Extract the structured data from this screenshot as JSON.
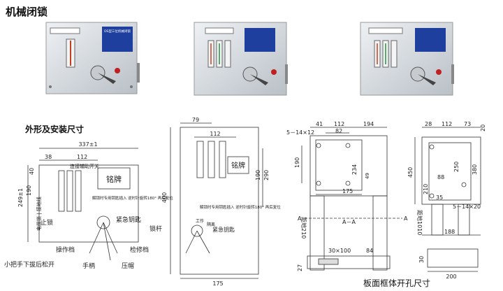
{
  "titles": {
    "main": "机械闭锁",
    "section": "外形及安装尺寸",
    "cutout": "板面框体开孔尺寸"
  },
  "photos": {
    "plate_text": "DS型三位机械闭锁"
  },
  "front_view": {
    "dim_overall_width": "337±1",
    "dim_38": "38",
    "dim_112": "112",
    "dim_40": "40",
    "dim_249": "249±1",
    "dim_190": "190",
    "nameplate": "铭牌",
    "aux_switch": "连接辅助开关",
    "unlock_text": "解锁时专用钥匙插入 逆时针旋转180° 再后复位",
    "stop_lock": "止锁",
    "op_hole": "操作档",
    "small_handle": "小把手下拔后松开",
    "handle": "手柄",
    "press_cap": "压帽",
    "inspection": "检修档",
    "emergency_key": "紧急钥匙",
    "lock_bar": "锁杆",
    "vertical_note": "电缆锁 | 接地线"
  },
  "panel_view": {
    "dim_79": "79",
    "dim_112": "112",
    "dim_400": "400",
    "dim_190": "190",
    "dim_290": "290",
    "dim_175": "175",
    "nameplate": "铭牌",
    "unlock_text": "解锁时专用钥匙插入 逆时针旋转180° 再后复位",
    "emergency_key": "紧急钥匙",
    "work": "工作",
    "iso": "隔离"
  },
  "side_view": {
    "holes": "5－14×12",
    "dim_41": "41",
    "dim_112": "112",
    "dim_194": "194",
    "dim_82": "82",
    "dim_190": "190",
    "dim_234": "234",
    "dim_49": "49",
    "dim_175": "175",
    "dim_210": "距地210",
    "section": "A－A",
    "a_left": "A",
    "a_right": "A"
  },
  "right_view": {
    "dim_28": "28",
    "dim_112": "112",
    "dim_73": "73",
    "dim_20": "20",
    "dim_450": "450",
    "dim_250": "250",
    "dim_380": "380",
    "dim_88": "88",
    "dim_35": "35",
    "dim_210": "210",
    "floor_note": "距地1010",
    "holes": "5－14×20",
    "dim_188": "188"
  },
  "cutout": {
    "slot": "30×100",
    "dim_84": "84",
    "dim_27": "27",
    "dim_30": "30",
    "dim_200": "200"
  }
}
